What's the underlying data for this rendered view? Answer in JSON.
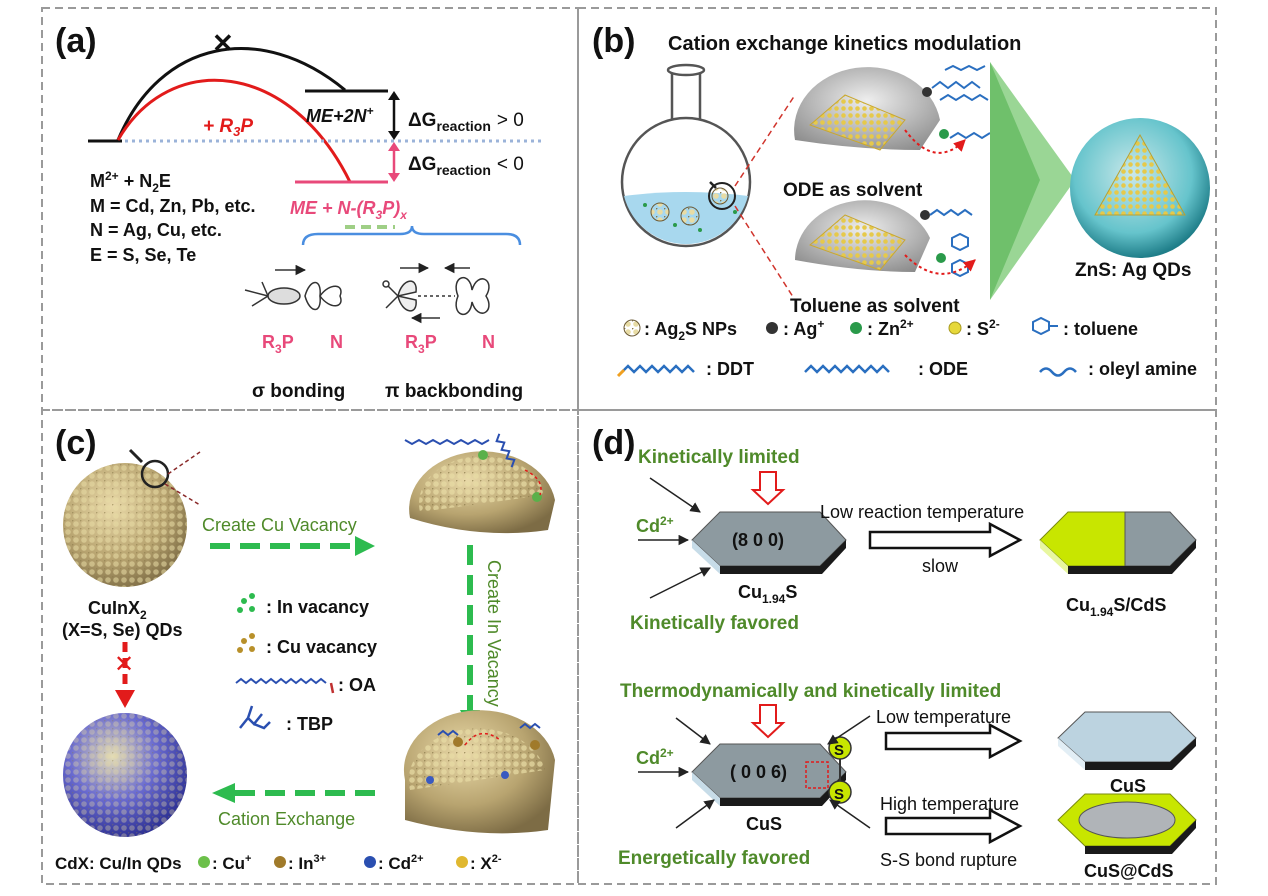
{
  "panels": {
    "a": {
      "label": "(a)",
      "r3p_label": "+ R",
      "r3p_sub": "3",
      "r3p_tail": "P",
      "me_2n": "ME+2N",
      "me_2n_sup": "+",
      "dg_prefix": "ΔG",
      "dg_sub": "reaction",
      "dg_pos": "> 0",
      "dg_neg": "< 0",
      "reactant_m": "M",
      "reactant_m_sup": "2+",
      "reactant_tail": " + N",
      "reactant_sub": "2",
      "reactant_e": "E",
      "def_m": "M = Cd, Zn, Pb, etc.",
      "def_n": "N = Ag, Cu, etc.",
      "def_e": "E = S, Se, Te",
      "product_pre": "ME + N-(R",
      "product_sub": "3",
      "product_mid": "P)",
      "product_x": "x",
      "orb_r3p": "R",
      "orb_r3p_sub": "3",
      "orb_p": "P",
      "orb_n": "N",
      "sigma": "σ bonding",
      "pi": "π backbonding"
    },
    "b": {
      "label": "(b)",
      "title": "Cation exchange kinetics modulation",
      "ode_solvent": "ODE as solvent",
      "toluene_solvent": "Toluene as solvent",
      "product": "ZnS: Ag QDs",
      "leg_ag2s_pre": ": Ag",
      "leg_ag2s_sub": "2",
      "leg_ag2s_tail": "S NPs",
      "leg_ag": ": Ag",
      "leg_ag_sup": "+",
      "leg_zn": ": Zn",
      "leg_zn_sup": "2+",
      "leg_s": ": S",
      "leg_s_sup": "2-",
      "leg_toluene": ": toluene",
      "leg_ddt": ": DDT",
      "leg_ode": ": ODE",
      "leg_oleyl": ": oleyl amine"
    },
    "c": {
      "label": "(c)",
      "create_cu": "Create Cu Vacancy",
      "create_in": "Create In Vacancy",
      "cation_exchange": "Cation Exchange",
      "qd_line1_pre": "CuInX",
      "qd_line1_sub": "2",
      "qd_line2": "(X=S, Se) QDs",
      "leg_in_vac": ": In vacancy",
      "leg_cu_vac": ": Cu vacancy",
      "leg_oa": ": OA",
      "leg_tbp": ": TBP",
      "bottom_pre": "CdX: Cu/In QDs",
      "bottom_cu": ": Cu",
      "bottom_cu_sup": "+",
      "bottom_in": ": In",
      "bottom_in_sup": "3+",
      "bottom_cd": ": Cd",
      "bottom_cd_sup": "2+",
      "bottom_x": ": X",
      "bottom_x_sup": "2-"
    },
    "d": {
      "label": "(d)",
      "kin_limited": "Kinetically limited",
      "cd1": "Cd",
      "cd_sup": "2+",
      "facet1": "(8 0 0)",
      "low_rxn_temp": "Low reaction temperature",
      "slow": "slow",
      "cu194_pre": "Cu",
      "cu194_sub": "1.94",
      "cu194_tail": "S",
      "cu194cds_tail": "S/CdS",
      "kin_favored": "Kinetically favored",
      "thermo": "Thermodynamically and kinetically limited",
      "facet2": "( 0 0 6)",
      "s_atom": "S",
      "low_temp": "Low temperature",
      "high_temp": "High temperature",
      "ss_rupture": "S-S bond rupture",
      "cus": "CuS",
      "cus_cds": "CuS@CdS",
      "energetic": "Energetically favored"
    }
  },
  "colors": {
    "pink": "#e8497a",
    "green_text": "#4f8a2a",
    "arrow_green": "#2dbb4f",
    "blue_dotted": "#9bb3d9",
    "yellow_green": "#c8e600",
    "hex_gray": "#8d9aa0",
    "hex_light": "#bcd3e0"
  }
}
